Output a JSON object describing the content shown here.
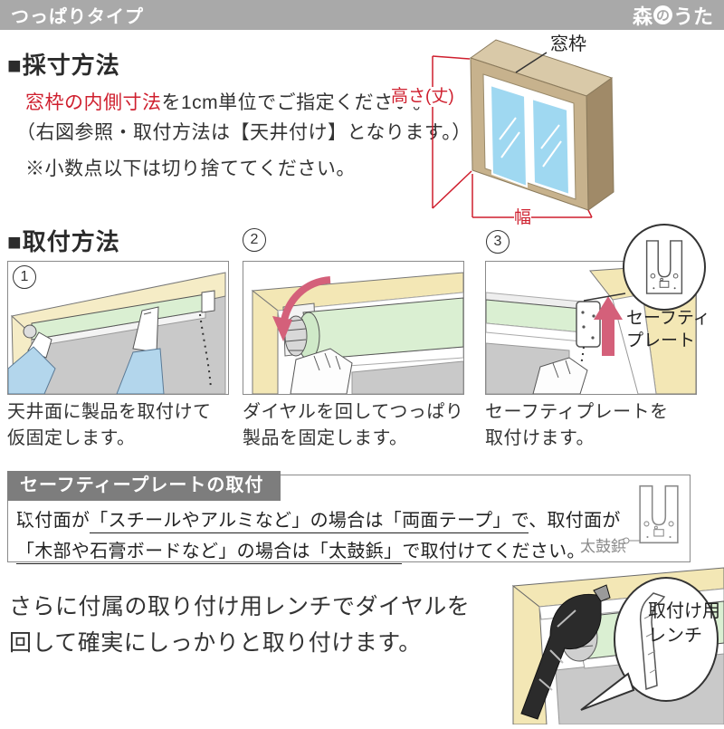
{
  "topbar": {
    "title": "つっぱりタイプ",
    "logo_pre": "森",
    "logo_no": "の",
    "logo_post": "うた"
  },
  "measure": {
    "heading": "■採寸方法",
    "lead_red": "窓枠の内側寸法",
    "lead_rest": "を1cm単位でご指定ください。",
    "lead_line2": "（右図参照・取付方法は【天井付け】となります。）",
    "note": "※小数点以下は切り捨ててください。",
    "window_labels": {
      "frame": "窓枠",
      "height": "高さ(丈)",
      "width": "幅"
    }
  },
  "install": {
    "heading": "■取付方法",
    "steps": [
      {
        "num": "1",
        "caption": "天井面に製品を取付けて\n仮固定します。"
      },
      {
        "num": "2",
        "caption": "ダイヤルを回してつっぱり\n製品を固定します。"
      },
      {
        "num": "3",
        "caption": "セーフティプレートを\n取付けます。"
      }
    ],
    "safety_plate_label": "セーフティ\nプレート"
  },
  "safety_section": {
    "header": "セーフティープレートの取付け",
    "line1_plain1": "取付面が",
    "line1_underline": "「スチールやアルミなど」の場合は「両面テープ」で",
    "line1_plain2": "、取付面が",
    "line2_underline": "「木部や石膏ボードなど」の場合は「太鼓鋲」",
    "line2_plain": "で取付けてください。",
    "tack_label": "太鼓鋲"
  },
  "wrench_section": {
    "text": "さらに付属の取り付け用レンチでダイヤルを\n回して確実にしっかりと取り付けます。",
    "callout_label": "取付け用\nレンチ"
  },
  "colors": {
    "accent_red": "#cf1f2e",
    "arrow_pink": "#d4607a",
    "topbar_gray": "#a9a9a9",
    "header_gray": "#7d7d7d",
    "frame_cream": "#f5ecc6",
    "frame_tan": "#c7b28d",
    "glass_blue": "#9fd8f1",
    "roller_green": "#daefd2",
    "sleeve_blue": "#b3d6ec",
    "panel_gray": "#c9c9c9"
  }
}
